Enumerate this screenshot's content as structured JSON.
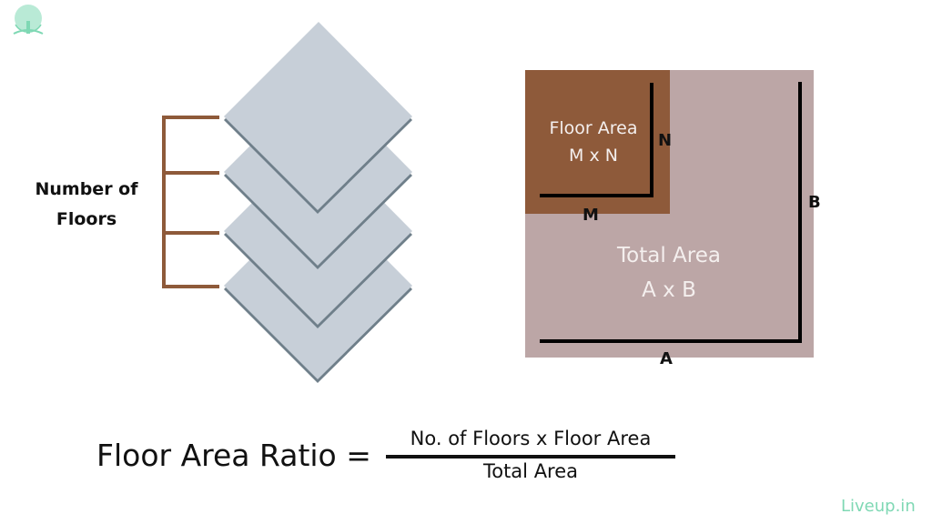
{
  "diagram": {
    "logo": {
      "icon": "tree-of-life-icon",
      "color": "#7fd8b4"
    },
    "floors_stack": {
      "label": "Number of Floors",
      "label_lines": [
        "Number of",
        "Floors"
      ],
      "floor_count": 4,
      "diamond_fill": "#c7cfd8",
      "diamond_shadow": "#6f7f8a",
      "bracket_color": "#8e5a3a"
    },
    "plot": {
      "total_area": {
        "title": "Total Area",
        "formula": "A x B",
        "fill": "#bca6a6"
      },
      "floor_area": {
        "title": "Floor Area",
        "formula": "M x N",
        "fill": "#8e5a3a"
      },
      "dimension_labels": {
        "m": "M",
        "n": "N",
        "a": "A",
        "b": "B"
      }
    },
    "formula": {
      "lhs": "Floor Area Ratio =",
      "numerator": "No. of Floors x Floor Area",
      "denominator": "Total Area"
    },
    "brand": {
      "text": "Liveup.in"
    }
  }
}
